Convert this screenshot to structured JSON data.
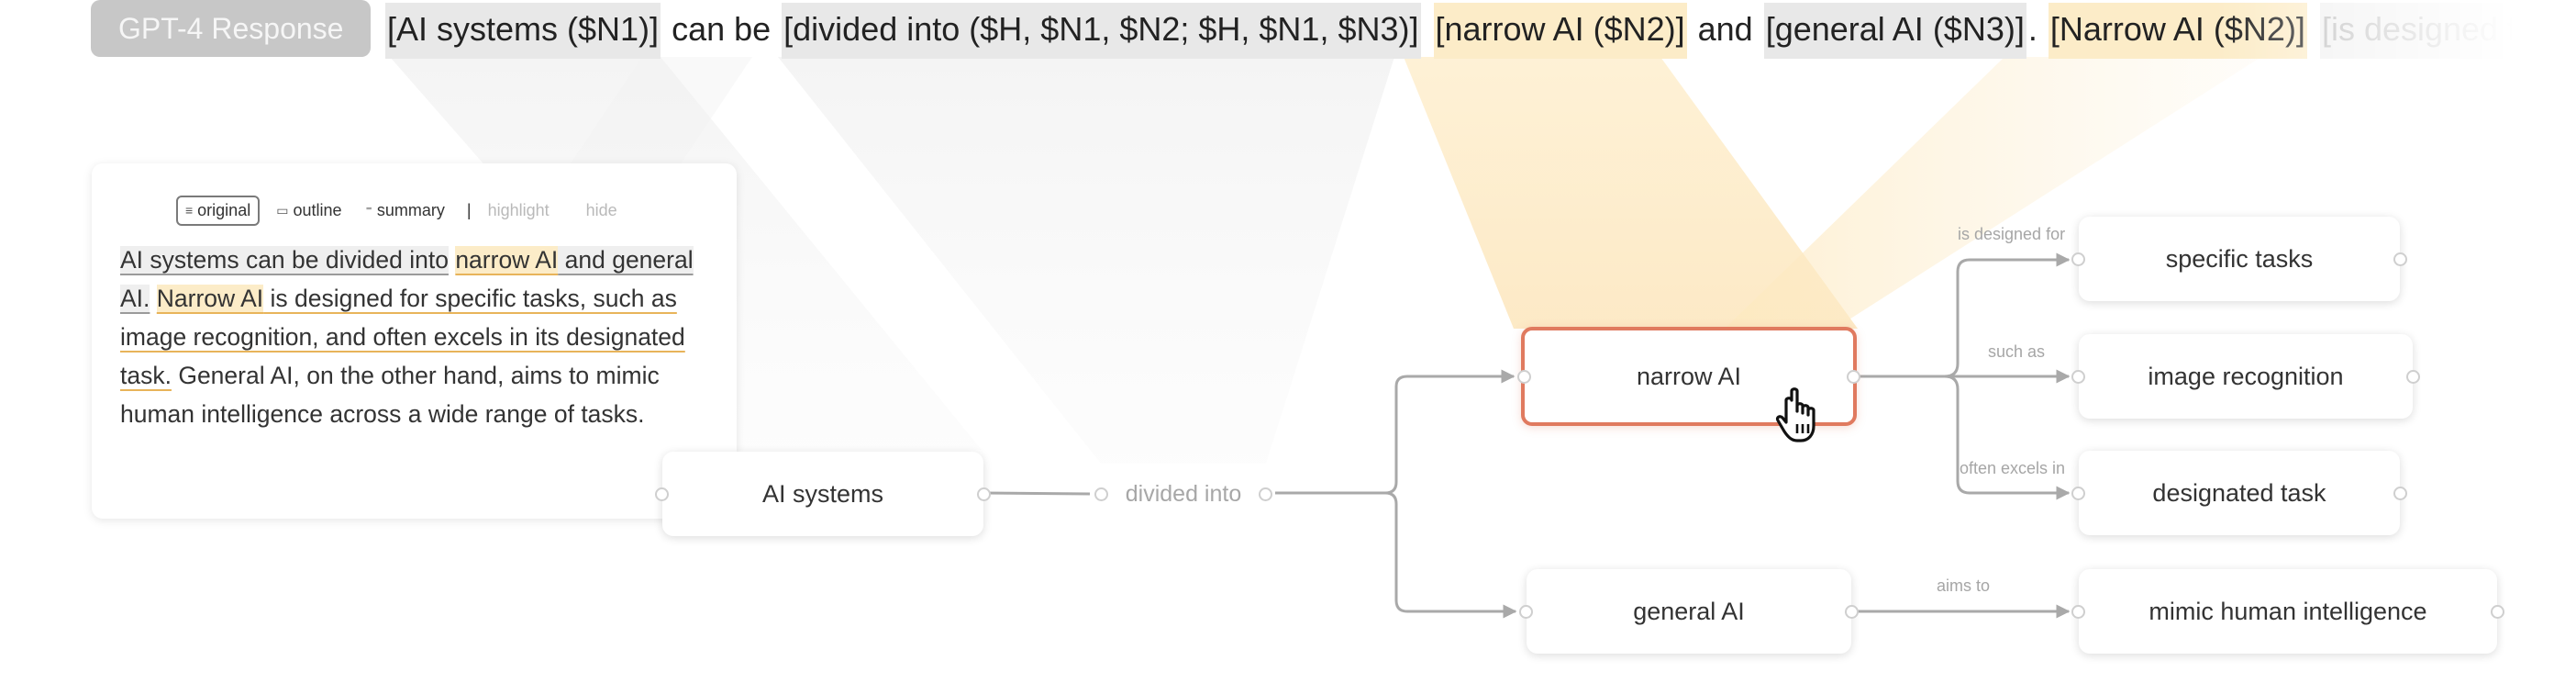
{
  "response": {
    "badge": "GPT-4 Response",
    "segments": [
      {
        "text": "[AI systems ($N1)]",
        "style": "gray"
      },
      {
        "text": " can be ",
        "style": "plain"
      },
      {
        "text": "[divided into ($H, $N1, $N2; $H, $N1, $N3)]",
        "style": "gray"
      },
      {
        "text": " ",
        "style": "plain"
      },
      {
        "text": "[narrow AI ($N2)]",
        "style": "yellow"
      },
      {
        "text": " and ",
        "style": "plain"
      },
      {
        "text": "[general AI ($N3)]",
        "style": "gray"
      },
      {
        "text": ". ",
        "style": "plain"
      },
      {
        "text": "[Narrow AI ($N2)]",
        "style": "yellow"
      },
      {
        "text": " ",
        "style": "plain"
      },
      {
        "text": "[is designed for s",
        "style": "fade"
      }
    ]
  },
  "panel": {
    "toolbar": {
      "original": "original",
      "outline": "outline",
      "summary": "summary",
      "separator": "|",
      "highlight": "highlight",
      "hide": "hide"
    },
    "text": [
      {
        "text": "AI systems can be divided into",
        "style": "gray"
      },
      {
        "text": " ",
        "style": "plain"
      },
      {
        "text": "narrow AI",
        "style": "yellow"
      },
      {
        "text": " and general AI.",
        "style": "gray"
      },
      {
        "text": " ",
        "style": "plain"
      },
      {
        "text": "Narrow AI",
        "style": "yellow"
      },
      {
        "text": " is designed for specific tasks, such as image recognition, and often excels in its designated task.",
        "style": "under"
      },
      {
        "text": " General AI, on the other hand, aims to mimic human intelligence across a wide range of tasks.",
        "style": "plain"
      }
    ]
  },
  "graph": {
    "nodes": {
      "ai_systems": "AI systems",
      "divided_into": "divided into",
      "narrow_ai": "narrow AI",
      "general_ai": "general AI",
      "specific_tasks": "specific tasks",
      "image_recognition": "image recognition",
      "designated_task": "designated task",
      "mimic": "mimic human intelligence"
    },
    "edge_labels": {
      "is_designed_for": "is designed for",
      "such_as": "such as",
      "often_excels_in": "often excels in",
      "aims_to": "aims to"
    }
  },
  "colors": {
    "highlight_yellow": "#fcecc8",
    "highlight_gray": "#e8e8e8",
    "selected_border": "#e07a5f",
    "edge": "#a9a9a9"
  },
  "icons": {
    "original": "lines-icon",
    "outline": "box-icon",
    "summary": "short-lines-icon",
    "cursor": "hand-pointer-icon"
  }
}
